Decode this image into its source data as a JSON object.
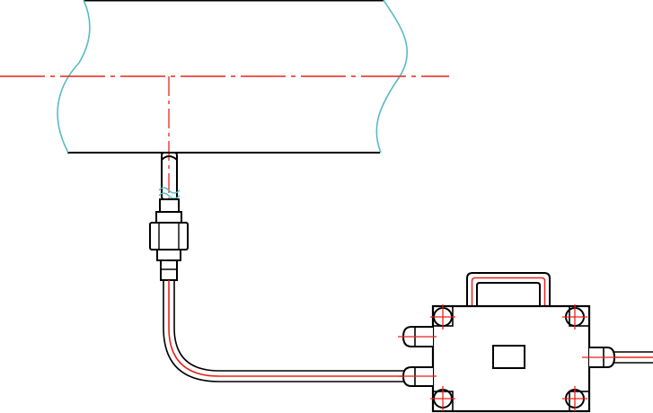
{
  "drawing": {
    "type": "technical-installation-drawing",
    "view": "side-elevation",
    "components": [
      "pipe-section-with-break-lines",
      "pipe-centerline",
      "vertical-centerline",
      "sensor-stem",
      "hex-fitting",
      "conduit-tube",
      "junction-box",
      "junction-box-handle",
      "cable-glands",
      "mounting-holes",
      "nameplate"
    ],
    "colors": {
      "outline": "#000000",
      "centerline": "#e8231c",
      "break_line": "#56bcc6",
      "background": "#ffffff"
    },
    "text_labels": []
  }
}
